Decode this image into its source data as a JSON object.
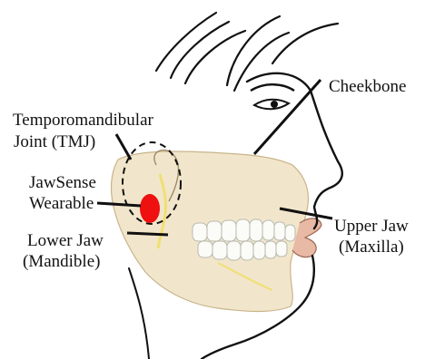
{
  "labels": {
    "cheekbone": "Cheekbone",
    "tmj_line1": "Temporomandibular",
    "tmj_line2": "Joint (TMJ)",
    "jawsense_line1": "JawSense",
    "jawsense_line2": "Wearable",
    "lower_jaw_line1": "Lower Jaw",
    "lower_jaw_line2": "(Mandible)",
    "upper_jaw_line1": "Upper Jaw",
    "upper_jaw_line2": "(Maxilla)"
  },
  "colors": {
    "outline": "#111111",
    "bone": "#efe2c2",
    "bone_edge": "#c9b48a",
    "teeth": "#fbfbf7",
    "wearable": "#ef1010",
    "lips": "#e8b9a4",
    "nerve": "#f0df72"
  },
  "icons": {
    "wearable": "red-dot-sensor",
    "tmj_marker": "dashed-ellipse"
  }
}
